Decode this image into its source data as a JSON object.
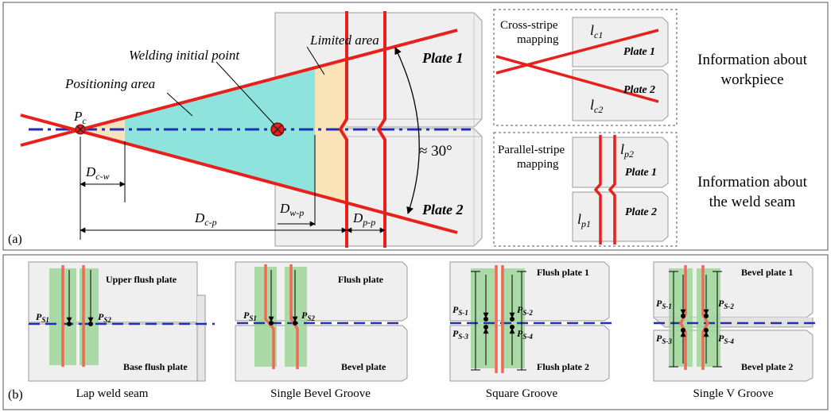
{
  "panel_a": {
    "label": "(a)",
    "limited_area": "Limited  area",
    "welding_initial_point": "Welding initial point",
    "positioning_area": "Positioning area",
    "pc": {
      "base": "P",
      "sub": "c"
    },
    "plate1": "Plate 1",
    "plate2": "Plate 2",
    "angle": "≈ 30°",
    "d_cw": {
      "base": "D",
      "sub": "c-w"
    },
    "d_wp": {
      "base": "D",
      "sub": "w-p"
    },
    "d_cp": {
      "base": "D",
      "sub": "c-p"
    },
    "d_pp": {
      "base": "D",
      "sub": "p-p"
    },
    "cross": {
      "title_l1": "Cross-stripe",
      "title_l2": "mapping",
      "lc1": {
        "base": "l",
        "sub": "c1"
      },
      "lc2": {
        "base": "l",
        "sub": "c2"
      },
      "plate1": "Plate 1",
      "plate2": "Plate 2"
    },
    "parallel": {
      "title_l1": "Parallel-stripe",
      "title_l2": "mapping",
      "lp1": {
        "base": "l",
        "sub": "p1"
      },
      "lp2": {
        "base": "l",
        "sub": "p2"
      },
      "plate1": "Plate 1",
      "plate2": "Plate 2"
    },
    "info_workpiece_l1": "Information about",
    "info_workpiece_l2": "workpiece",
    "info_weld_l1": "Information about",
    "info_weld_l2": "the weld seam"
  },
  "panel_b": {
    "label": "(b)",
    "lap": {
      "upper": "Upper flush plate",
      "base": "Base flush plate",
      "ps1": {
        "base": "P",
        "sub": "S1"
      },
      "ps2": {
        "base": "P",
        "sub": "S2"
      },
      "caption": "Lap weld seam"
    },
    "bevel": {
      "upper": "Flush plate",
      "lower": "Bevel plate",
      "ps1": {
        "base": "P",
        "sub": "S1"
      },
      "ps2": {
        "base": "P",
        "sub": "S2"
      },
      "caption": "Single Bevel Groove"
    },
    "square": {
      "upper": "Flush plate 1",
      "lower": "Flush plate 2",
      "ps1": {
        "base": "P",
        "sub": "S-1"
      },
      "ps2": {
        "base": "P",
        "sub": "S-2"
      },
      "ps3": {
        "base": "P",
        "sub": "S-3"
      },
      "ps4": {
        "base": "P",
        "sub": "S-4"
      },
      "caption": "Square Groove"
    },
    "vgroove": {
      "upper": "Bevel plate 1",
      "lower": "Bevel plate 2",
      "ps1": {
        "base": "P",
        "sub": "S-1"
      },
      "ps2": {
        "base": "P",
        "sub": "S-2"
      },
      "ps3": {
        "base": "P",
        "sub": "S-3"
      },
      "ps4": {
        "base": "P",
        "sub": "S-4"
      },
      "caption": "Single V Groove"
    }
  },
  "colors": {
    "weld_red": "#e8201c",
    "center_blue": "#1f2fb5",
    "positioning_fill": "#8ee3dd",
    "limited_fill": "#fae3b8",
    "plate_fill": "#efefef",
    "plate_stroke": "#9a9a9a",
    "stripe_green": "#9ed79a",
    "stripe_red_b": "#ee6a55"
  }
}
